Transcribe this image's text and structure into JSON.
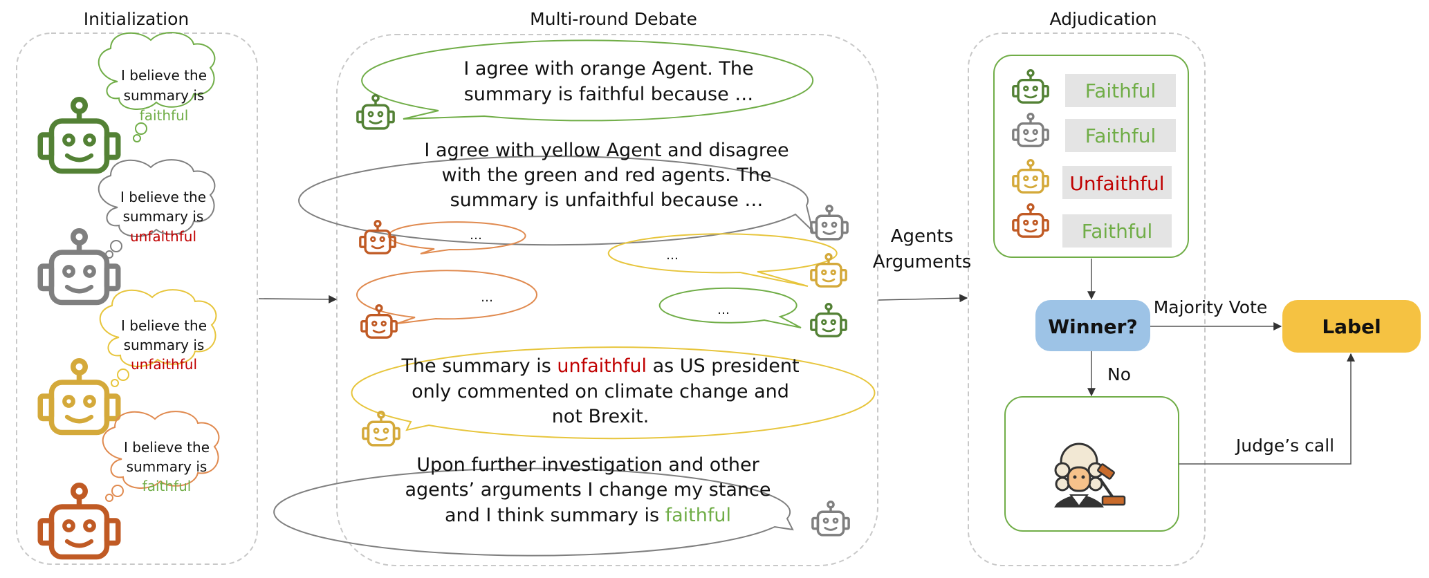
{
  "colors": {
    "green": "#538135",
    "green_light": "#70ad47",
    "gray": "#7f7f7f",
    "gold": "#d4a93a",
    "yellow": "#e7c53c",
    "brown": "#c05a24",
    "orange": "#e08a4f",
    "red": "#c00000",
    "faithful_text": "#70ad47",
    "winner_fill": "#9dc3e6",
    "label_fill": "#f5c242",
    "vote_bg": "#e4e4e4",
    "dashed": "#c8c8c8",
    "arrow": "#555555"
  },
  "sections": {
    "initialization": "Initialization",
    "debate": "Multi-round Debate",
    "adjudication": "Adjudication"
  },
  "init_thoughts": [
    {
      "line1": "I believe the",
      "line2": "summary is",
      "verdict": "faithful",
      "agent": "green"
    },
    {
      "line1": "I believe the",
      "line2": "summary is",
      "verdict": "unfaithful",
      "agent": "gray"
    },
    {
      "line1": "I believe the",
      "line2": "summary is",
      "verdict": "unfaithful",
      "agent": "yellow"
    },
    {
      "line1": "I believe the",
      "line2": "summary is",
      "verdict": "faithful",
      "agent": "brown"
    }
  ],
  "debate": {
    "b1": [
      "I agree with orange Agent. The",
      "summary is faithful because …"
    ],
    "b2": [
      "I agree with yellow Agent and disagree",
      "with the green and red agents. The",
      "summary is unfaithful because …"
    ],
    "ellipsis": "…",
    "b7_l1_pre": "The summary is ",
    "b7_l1_red": "unfaithful",
    "b7_l1_post": " as US president",
    "b7_l2": "only commented on climate change and",
    "b7_l3": "not Brexit.",
    "b8_l1": "Upon further investigation and other",
    "b8_l2": "agents’ arguments I change my stance",
    "b8_l3_pre": "and I think summary is ",
    "b8_l3_green": "faithful"
  },
  "flow": {
    "agents_line1": "Agents",
    "agents_line2": "Arguments",
    "majority_vote": "Majority Vote",
    "no": "No",
    "judges_call": "Judge’s call",
    "winner": "Winner?",
    "label": "Label"
  },
  "votes": [
    {
      "agent": "green",
      "label": "Faithful",
      "verdict": "faithful"
    },
    {
      "agent": "gray",
      "label": "Faithful",
      "verdict": "faithful"
    },
    {
      "agent": "yellow",
      "label": "Unfaithful",
      "verdict": "unfaithful"
    },
    {
      "agent": "brown",
      "label": "Faithful",
      "verdict": "faithful"
    }
  ]
}
